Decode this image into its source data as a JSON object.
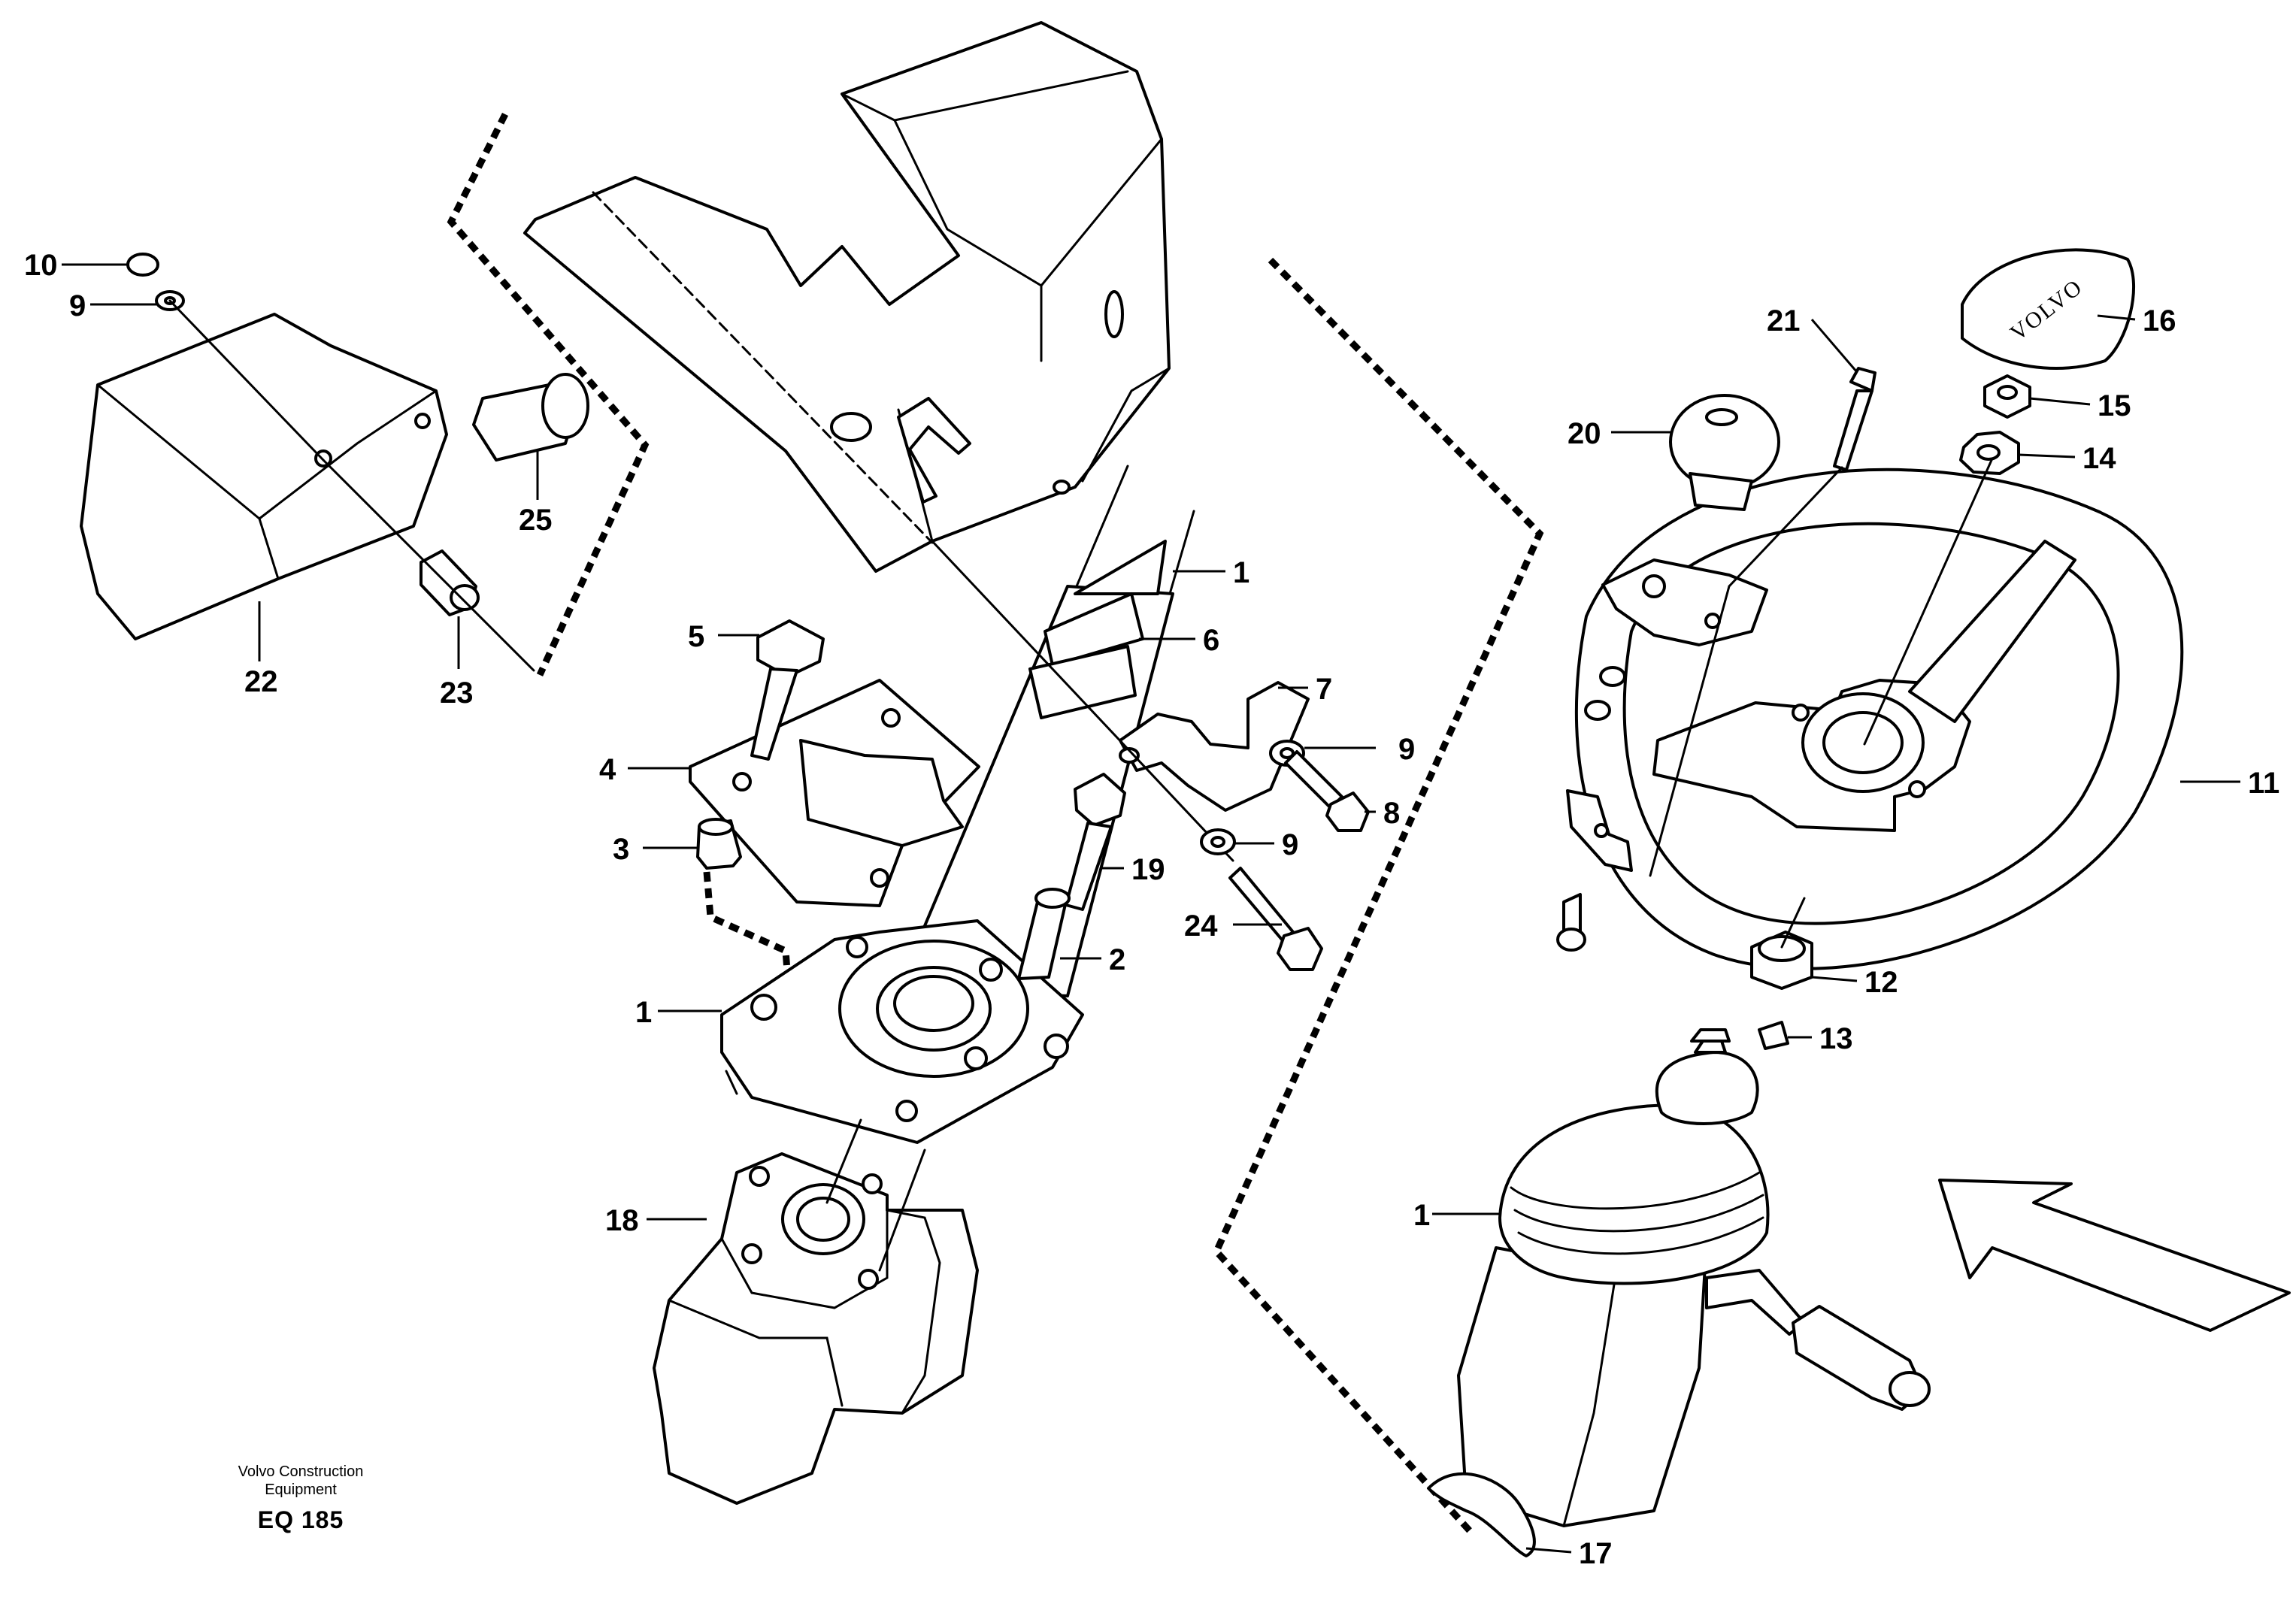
{
  "diagram": {
    "brand_on_hub_cap": "VOLVO",
    "callouts": {
      "c_10": "10",
      "c_9a": "9",
      "c_22": "22",
      "c_25": "25",
      "c_23": "23",
      "c_5": "5",
      "c_4": "4",
      "c_3": "3",
      "c_1a": "1",
      "c_18": "18",
      "c_1b": "1",
      "c_6": "6",
      "c_7": "7",
      "c_9b": "9",
      "c_8": "8",
      "c_9c": "9",
      "c_19": "19",
      "c_2": "2",
      "c_24": "24",
      "c_21": "21",
      "c_20": "20",
      "c_16": "16",
      "c_15": "15",
      "c_14": "14",
      "c_11": "11",
      "c_12": "12",
      "c_13": "13",
      "c_1c": "1",
      "c_17": "17"
    }
  },
  "footer": {
    "company_line1": "Volvo Construction",
    "company_line2": "Equipment",
    "drawing_code": "EQ 185"
  }
}
